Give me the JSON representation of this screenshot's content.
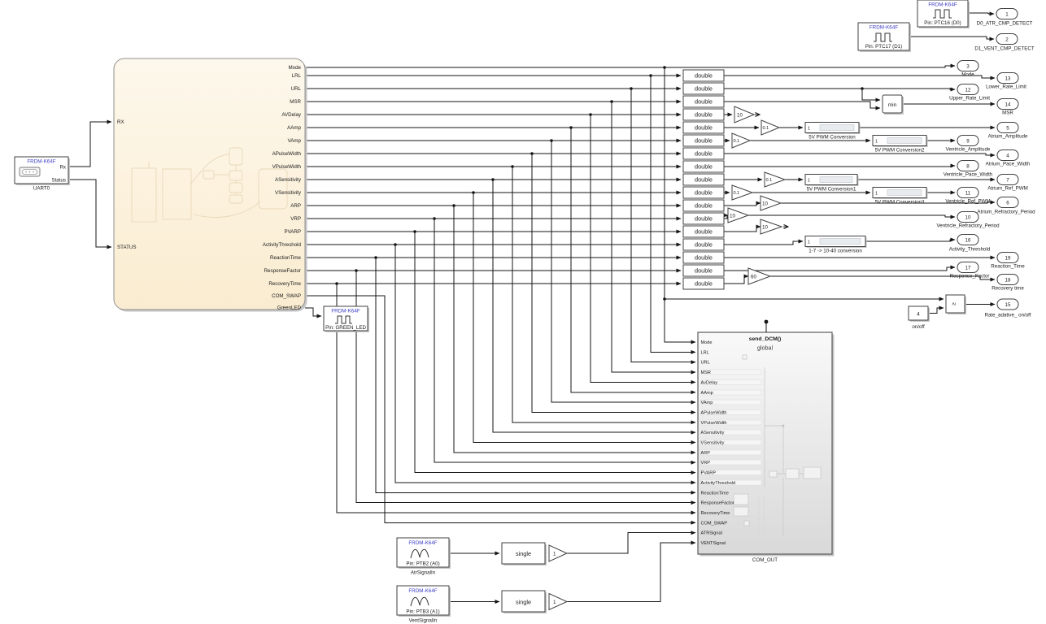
{
  "brand": "FRDM-K64F",
  "uart": {
    "rx": "Rx",
    "status": "Status",
    "name": "UART0"
  },
  "ptc16": {
    "pin": "Pin: PTC16 (D0)"
  },
  "ptc17": {
    "pin": "Pin: PTC17 (D1)"
  },
  "green_led": {
    "pin": "Pin: GREEN_LED"
  },
  "atr_in": {
    "pin": "Pin: PTB2 (A0)",
    "name": "AtrSignalIn"
  },
  "vent_in": {
    "pin": "Pin: PTB3 (A1)",
    "name": "VentSignalIn"
  },
  "main": {
    "inputs": [
      "RX",
      "STATUS"
    ],
    "outputs": [
      "Mode",
      "LRL",
      "URL",
      "MSR",
      "AVDelay",
      "AAmp",
      "VAmp",
      "APulseWidth",
      "VPulseWidth",
      "ASensitivity",
      "VSensitivity",
      "ARP",
      "VRP",
      "PVARP",
      "ActivityThreshold",
      "ReactionTime",
      "ResponseFactor",
      "RecoveryTime",
      "COM_SWAP",
      "GreenLED"
    ]
  },
  "types": {
    "double": "double",
    "single": "single"
  },
  "gains": {
    "ten": "10",
    "tenth": "0.1",
    "sixty": "60",
    "one": "1"
  },
  "ops": {
    "min": "min",
    "ge": "≥",
    "const4": "4",
    "const4_label": "on/off"
  },
  "convs": {
    "one": "1",
    "pwm0": "5V PWM Conversion",
    "pwm1": "5V PWM Conversion1",
    "pwm2": "5V PWM Conversion2",
    "pwm3": "5V PWM Conversion3",
    "range": "1-7 -> 10-40 conversion"
  },
  "com": {
    "title": "send_DCM()",
    "scope": "global",
    "name": "COM_OUT",
    "inputs": [
      "Mode",
      "LRL",
      "URL",
      "MSR",
      "AvDelay",
      "AAmp",
      "VAmp",
      "APulseWidth",
      "VPulseWidth",
      "ASensitivity",
      "VSensitivity",
      "ARP",
      "VRP",
      "PVARP",
      "ActivityThreshold",
      "ReactionTime",
      "ResponseFactor",
      "RecoveryTime",
      "COM_SWAP",
      "ATRSignal",
      "VENTSignal"
    ]
  },
  "ports": [
    {
      "n": "1",
      "label": "D0_ATR_CMP_DETECT"
    },
    {
      "n": "2",
      "label": "D1_VENT_CMP_DETECT"
    },
    {
      "n": "3",
      "label": "Mode"
    },
    {
      "n": "13",
      "label": "Lower_Rate_Limit"
    },
    {
      "n": "12",
      "label": "Upper_Rate_Limit"
    },
    {
      "n": "14",
      "label": "MSR"
    },
    {
      "n": "5",
      "label": "Atrium_Amplitude"
    },
    {
      "n": "9",
      "label": "Ventricle_Amplitude"
    },
    {
      "n": "4",
      "label": "Atrium_Pace_Width"
    },
    {
      "n": "8",
      "label": "Ventricle_Pace_Width"
    },
    {
      "n": "7",
      "label": "Atrium_Ref_PWM"
    },
    {
      "n": "11",
      "label": "Ventricle_Ref_PWM"
    },
    {
      "n": "6",
      "label": "Atrium_Refractory_Period"
    },
    {
      "n": "10",
      "label": "Ventricle_Refractory_Period"
    },
    {
      "n": "16",
      "label": "Activity_Threshold"
    },
    {
      "n": "19",
      "label": "Reaction_Time"
    },
    {
      "n": "17",
      "label": "Response_Factor"
    },
    {
      "n": "18",
      "label": "Recovery time"
    },
    {
      "n": "15",
      "label": "Rate_adative_ on/off"
    }
  ]
}
